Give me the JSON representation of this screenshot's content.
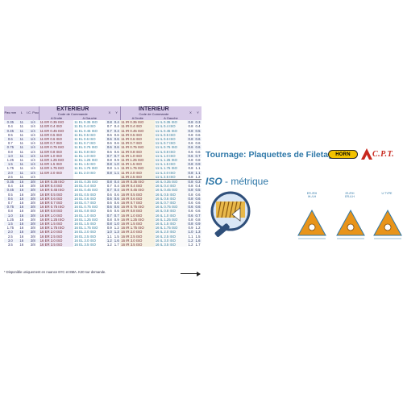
{
  "table": {
    "headers": {
      "pas": "Pas mm",
      "l": "L",
      "ic": "I.C. Pouce",
      "exterieur": "EXTERIEUR",
      "interieur": "INTERIEUR",
      "code_commande": "Code de Commande",
      "a_droite": "A Droite",
      "a_gauche": "A Gauche",
      "x": "X",
      "y": "Y"
    },
    "rows": [
      {
        "pas": "0.35",
        "l": "11",
        "ic": "1/4",
        "ext_d": "11 ER 0.35 ISO",
        "ext_g": "11 EL 0.35 ISO",
        "ex": "0.8",
        "ey": "0.4",
        "int_d": "11 IR 0.35 ISO",
        "int_g": "11 IL 0.35 ISO",
        "ix": "0.8",
        "iy": "0.3"
      },
      {
        "pas": "0.4",
        "l": "11",
        "ic": "1/4",
        "ext_d": "11 ER 0.4 ISO",
        "ext_g": "11 EL 0.4 ISO",
        "ex": "0.7",
        "ey": "0.4",
        "int_d": "11 IR 0.4 ISO",
        "int_g": "11 IL 0.4 ISO",
        "ix": "0.8",
        "iy": "0.4"
      },
      {
        "pas": "0.45",
        "l": "11",
        "ic": "1/4",
        "ext_d": "11 ER 0.45 ISO",
        "ext_g": "11 EL 0.45 ISO",
        "ex": "0.7",
        "ey": "0.4",
        "int_d": "11 IR 0.45 ISO",
        "int_g": "11 IL 0.45 ISO",
        "ix": "0.8",
        "iy": "0.5"
      },
      {
        "pas": "0.5",
        "l": "11",
        "ic": "1/4",
        "ext_d": "11 ER 0.5 ISO",
        "ext_g": "11 EL 0.5 ISO",
        "ex": "0.6",
        "ey": "0.6",
        "int_d": "11 IR 0.5 ISO",
        "int_g": "11 IL 0.5 ISO",
        "ix": "0.8",
        "iy": "0.6"
      },
      {
        "pas": "0.6",
        "l": "11",
        "ic": "1/4",
        "ext_d": "11 ER 0.6 ISO",
        "ext_g": "11 EL 0.6 ISO",
        "ex": "0.6",
        "ey": "0.6",
        "int_d": "11 IR 0.6 ISO",
        "int_g": "11 IL 0.6 ISO",
        "ix": "0.8",
        "iy": "0.6"
      },
      {
        "pas": "0.7",
        "l": "11",
        "ic": "1/4",
        "ext_d": "11 ER 0.7 ISO",
        "ext_g": "11 EL 0.7 ISO",
        "ex": "0.6",
        "ey": "0.6",
        "int_d": "11 IR 0.7 ISO",
        "int_g": "11 IL 0.7 ISO",
        "ix": "0.6",
        "iy": "0.6"
      },
      {
        "pas": "0.75",
        "l": "11",
        "ic": "1/4",
        "ext_d": "11 ER 0.75 ISO",
        "ext_g": "11 EL 0.75 ISO",
        "ex": "0.6",
        "ey": "0.6",
        "int_d": "11 IR 0.75 ISO",
        "int_g": "11 IL 0.75 ISO",
        "ix": "0.6",
        "iy": "0.6"
      },
      {
        "pas": "0.8",
        "l": "11",
        "ic": "1/4",
        "ext_d": "11 ER 0.8 ISO",
        "ext_g": "11 EL 0.8 ISO",
        "ex": "0.6",
        "ey": "0.6",
        "int_d": "11 IR 0.8 ISO",
        "int_g": "11 IL 0.8 ISO",
        "ix": "0.6",
        "iy": "0.6"
      },
      {
        "pas": "1.0",
        "l": "11",
        "ic": "1/4",
        "ext_d": "11 ER 1.0 ISO",
        "ext_g": "11 EL 1.0 ISO",
        "ex": "0.7",
        "ey": "0.7",
        "int_d": "11 IR 1.0 ISO",
        "int_g": "11 IL 1.0 ISO",
        "ix": "0.6",
        "iy": "0.7"
      },
      {
        "pas": "1.25",
        "l": "11",
        "ic": "1/4",
        "ext_d": "11 ER 1.25 ISO",
        "ext_g": "11 EL 1.25 ISO",
        "ex": "0.8",
        "ey": "0.9",
        "int_d": "11 IR 1.25 ISO",
        "int_g": "11 IL 1.25 ISO",
        "ix": "0.8",
        "iy": "0.8"
      },
      {
        "pas": "1.5",
        "l": "11",
        "ic": "1/4",
        "ext_d": "11 ER 1.5 ISO",
        "ext_g": "11 EL 1.5 ISO",
        "ex": "0.8",
        "ey": "1.0",
        "int_d": "11 IR 1.5 ISO",
        "int_g": "11 IL 1.5 ISO",
        "ix": "0.8",
        "iy": "0.9"
      },
      {
        "pas": "1.75",
        "l": "11",
        "ic": "1/4",
        "ext_d": "11 ER 1.75 ISO",
        "ext_g": "11 EL 1.75 ISO",
        "ex": "0.8",
        "ey": "1.1",
        "int_d": "11 IR 1.75 ISO",
        "int_g": "11 IL 1.75 ISO",
        "ix": "0.8",
        "iy": "1.1"
      },
      {
        "pas": "2.0",
        "l": "11",
        "ic": "1/4",
        "ext_d": "11 ER 2.0 ISO",
        "ext_g": "11 EL 2.0 ISO",
        "ex": "0.8",
        "ey": "1.1",
        "int_d": "11 IR 2.0 ISO",
        "int_g": "11 IL 2.0 ISO",
        "ix": "0.8",
        "iy": "1.1"
      },
      {
        "pas": "2.5",
        "l": "11",
        "ic": "1/4",
        "ext_d": "",
        "ext_g": "",
        "ex": "",
        "ey": "",
        "int_d": "11 IR 2.5 ISO",
        "int_g": "11 IL 2.5 ISO",
        "ix": "0.8",
        "iy": "1.2"
      },
      {
        "pas": "0.35",
        "l": "16",
        "ic": "3/8",
        "ext_d": "16 ER 0.35 ISO",
        "ext_g": "16 EL 0.35 ISO",
        "ex": "0.8",
        "ey": "0.4",
        "int_d": "16 IR 0.35 ISO",
        "int_g": "16 IL 0.35 ISO",
        "ix": "0.8",
        "iy": "0.3"
      },
      {
        "pas": "0.4",
        "l": "16",
        "ic": "3/8",
        "ext_d": "16 ER 0.4 ISO",
        "ext_g": "16 EL 0.4 ISO",
        "ex": "0.7",
        "ey": "0.4",
        "int_d": "16 IR 0.4 ISO",
        "int_g": "16 IL 0.4 ISO",
        "ix": "0.8",
        "iy": "0.4"
      },
      {
        "pas": "0.45",
        "l": "16",
        "ic": "3/8",
        "ext_d": "16 ER 0.45 ISO",
        "ext_g": "16 EL 0.45 ISO",
        "ex": "0.7",
        "ey": "0.4",
        "int_d": "16 IR 0.45 ISO",
        "int_g": "16 IL 0.45 ISO",
        "ix": "0.8",
        "iy": "0.5"
      },
      {
        "pas": "0.5",
        "l": "16",
        "ic": "3/8",
        "ext_d": "16 ER 0.5 ISO",
        "ext_g": "16 EL 0.5 ISO",
        "ex": "0.6",
        "ey": "0.6",
        "int_d": "16 IR 0.5 ISO",
        "int_g": "16 IL 0.5 ISO",
        "ix": "0.8",
        "iy": "0.6"
      },
      {
        "pas": "0.6",
        "l": "16",
        "ic": "3/8",
        "ext_d": "16 ER 0.6 ISO",
        "ext_g": "16 EL 0.6 ISO",
        "ex": "0.6",
        "ey": "0.6",
        "int_d": "16 IR 0.6 ISO",
        "int_g": "16 IL 0.6 ISO",
        "ix": "0.8",
        "iy": "0.6"
      },
      {
        "pas": "0.7",
        "l": "16",
        "ic": "3/8",
        "ext_d": "16 ER 0.7 ISO",
        "ext_g": "16 EL 0.7 ISO",
        "ex": "0.6",
        "ey": "0.6",
        "int_d": "16 IR 0.7 ISO",
        "int_g": "16 IL 0.7 ISO",
        "ix": "0.6",
        "iy": "0.6"
      },
      {
        "pas": "0.75",
        "l": "16",
        "ic": "3/8",
        "ext_d": "16 ER 0.75 ISO",
        "ext_g": "16 EL 0.75 ISO",
        "ex": "0.6",
        "ey": "0.6",
        "int_d": "16 IR 0.75 ISO",
        "int_g": "16 IL 0.75 ISO",
        "ix": "0.6",
        "iy": "0.6"
      },
      {
        "pas": "0.8",
        "l": "16",
        "ic": "3/8",
        "ext_d": "16 ER 0.8 ISO",
        "ext_g": "16 EL 0.8 ISO",
        "ex": "0.6",
        "ey": "0.6",
        "int_d": "16 IR 0.8 ISO",
        "int_g": "16 IL 0.8 ISO",
        "ix": "0.6",
        "iy": "0.6"
      },
      {
        "pas": "1.0",
        "l": "16",
        "ic": "3/8",
        "ext_d": "16 ER 1.0 ISO",
        "ext_g": "16 EL 1.0 ISO",
        "ex": "0.7",
        "ey": "0.7",
        "int_d": "16 IR 1.0 ISO",
        "int_g": "16 IL 1.0 ISO",
        "ix": "0.6",
        "iy": "0.7"
      },
      {
        "pas": "1.25",
        "l": "16",
        "ic": "3/8",
        "ext_d": "16 ER 1.25 ISO",
        "ext_g": "16 EL 1.25 ISO",
        "ex": "0.8",
        "ey": "0.9",
        "int_d": "16 IR 1.25 ISO",
        "int_g": "16 IL 1.25 ISO",
        "ix": "0.8",
        "iy": "0.8"
      },
      {
        "pas": "1.5",
        "l": "16",
        "ic": "3/8",
        "ext_d": "16 ER 1.5 ISO",
        "ext_g": "16 EL 1.5 ISO",
        "ex": "0.8",
        "ey": "1.0",
        "int_d": "16 IR 1.5 ISO",
        "int_g": "16 IL 1.5 ISO",
        "ix": "0.8",
        "iy": "0.9"
      },
      {
        "pas": "1.75",
        "l": "16",
        "ic": "3/8",
        "ext_d": "16 ER 1.75 ISO",
        "ext_g": "16 EL 1.75 ISO",
        "ex": "0.9",
        "ey": "1.2",
        "int_d": "16 IR 1.75 ISO",
        "int_g": "16 IL 1.75 ISO",
        "ix": "0.9",
        "iy": "1.2"
      },
      {
        "pas": "2.0",
        "l": "16",
        "ic": "3/8",
        "ext_d": "16 ER 2.0 ISO",
        "ext_g": "16 EL 2.0 ISO",
        "ex": "1.0",
        "ey": "1.3",
        "int_d": "16 IR 2.0 ISO",
        "int_g": "16 IL 2.0 ISO",
        "ix": "1.0",
        "iy": "1.3"
      },
      {
        "pas": "2.5",
        "l": "16",
        "ic": "3/8",
        "ext_d": "16 ER 2.5 ISO",
        "ext_g": "16 EL 2.5 ISO",
        "ex": "1.1",
        "ey": "1.5",
        "int_d": "16 IR 2.5 ISO",
        "int_g": "16 IL 2.5 ISO",
        "ix": "1.1",
        "iy": "1.5"
      },
      {
        "pas": "3.0",
        "l": "16",
        "ic": "3/8",
        "ext_d": "16 ER 3.0 ISO",
        "ext_g": "16 EL 3.0 ISO",
        "ex": "1.2",
        "ey": "1.6",
        "int_d": "16 IR 3.0 ISO",
        "int_g": "16 IL 3.0 ISO",
        "ix": "1.2",
        "iy": "1.6"
      },
      {
        "pas": "3.5",
        "l": "16",
        "ic": "3/8",
        "ext_d": "16 ER 3.5 ISO",
        "ext_g": "16 EL 3.5 ISO",
        "ex": "1.2",
        "ey": "1.7",
        "int_d": "16 IR 3.5 ISO",
        "int_g": "16 IL 3.5 ISO",
        "ix": "1.2",
        "iy": "1.7"
      }
    ],
    "footnote": "* Disponible uniquement en nuance 6YC et 8MA. K20 sur demande."
  },
  "right": {
    "title": "Tournage: Plaquettes de Filetage",
    "horn_badge": "HORN",
    "cpt_logo": "C.P.T.",
    "subtitle_iso": "ISO",
    "subtitle_rest": " - métrique",
    "insert_labels": [
      "ER-/RH\nIH-/LH",
      "IR-/RH\nER-/LH",
      "U TYPE"
    ]
  },
  "colors": {
    "accent_blue": "#2f78a8",
    "header_purple": "#d8cbe8",
    "brand_yellow": "#f2c200",
    "brand_red": "#c8281e"
  }
}
